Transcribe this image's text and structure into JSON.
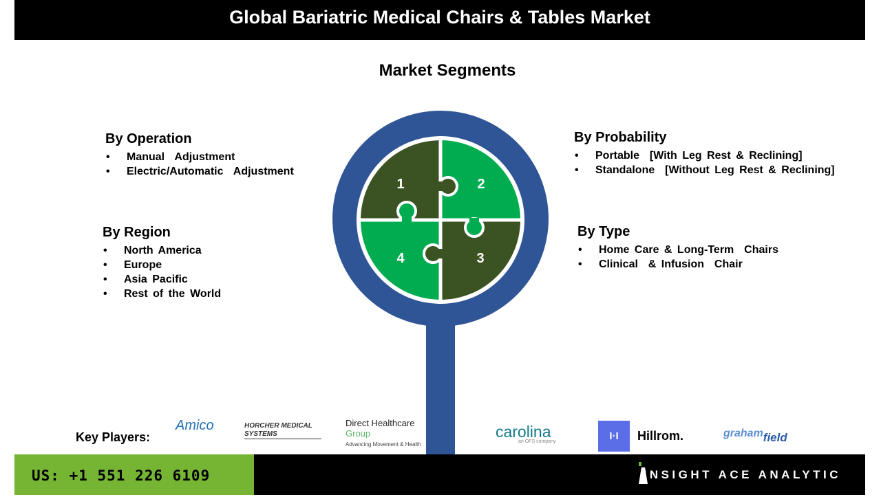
{
  "title": "Global Bariatric Medical Chairs & Tables Market",
  "subtitle": "Market Segments",
  "segments": {
    "operation": {
      "heading": "By Operation",
      "items": [
        "Manual  Adjustment",
        "Electric/Automatic  Adjustment"
      ]
    },
    "region": {
      "heading": "By Region",
      "items": [
        "North America",
        "Europe",
        "Asia Pacific",
        "Rest of the World"
      ]
    },
    "probability": {
      "heading": "By Probability",
      "items": [
        "Portable  [With Leg Rest & Reclining]",
        "Standalone  [Without Leg Rest & Reclining]"
      ]
    },
    "type": {
      "heading": "By Type",
      "items": [
        "Home Care & Long-Term  Chairs",
        "Clinical  & Infusion  Chair"
      ]
    }
  },
  "puzzle": {
    "labels": [
      "1",
      "2",
      "3",
      "4"
    ],
    "colors": {
      "dark": "#3b5323",
      "light": "#00ac4f",
      "ring": "#2f5597"
    }
  },
  "key_players": {
    "label": "Key Players:",
    "logos": {
      "amico": "Amico",
      "horcher": "HORCHER MEDICAL SYSTEMS",
      "direct_top": "Direct Healthcare",
      "direct_group": "Group",
      "direct_tag": "Advancing Movement & Health",
      "carolina": "carolina",
      "carolina_tag": "an OFS company",
      "hillrom": "Hillrom.",
      "graham": "graham",
      "field": "field"
    }
  },
  "footer": {
    "phone": "US: +1 551 226 6109",
    "brand": "INSIGHT ACE ANALYTIC"
  }
}
